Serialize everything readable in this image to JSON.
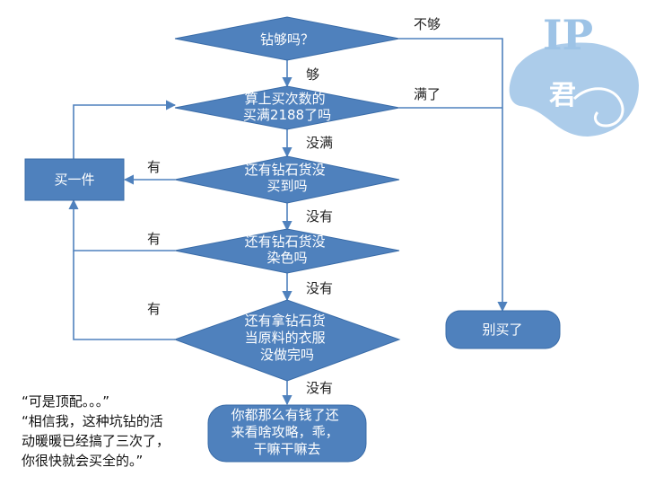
{
  "colors": {
    "node_fill": "#4F81BD",
    "node_stroke": "#3A6CA8",
    "edge": "#4F81BD",
    "node_text": "#ffffff",
    "logo": "#9DC3E6"
  },
  "logo": {
    "text": "IP",
    "glyph": "君"
  },
  "nodes": {
    "d1": [
      "钻够吗？"
    ],
    "d2": [
      "算上买次数的",
      "买满2188了吗"
    ],
    "d3": [
      "还有钻石货没",
      "买到吗"
    ],
    "d4": [
      "还有钻石货没",
      "染色吗"
    ],
    "d5": [
      "还有拿钻石货",
      "当原料的衣服",
      "没做完吗"
    ],
    "buy": [
      "买一件"
    ],
    "stop": [
      "别买了"
    ],
    "end": [
      "你都那么有钱了还",
      "来看啥攻略，乖，",
      "干嘛干嘛去"
    ]
  },
  "edge_labels": {
    "not_enough": "不够",
    "enough": "够",
    "full": "满了",
    "not_full": "没满",
    "has1": "有",
    "none1": "没有",
    "has2": "有",
    "none2": "没有",
    "has3": "有",
    "none3": "没有"
  },
  "quote": [
    "“可是顶配。。。”",
    "“相信我，这种坑钻的活",
    "动暖暖已经搞了三次了，",
    "你很快就会买全的。”"
  ]
}
